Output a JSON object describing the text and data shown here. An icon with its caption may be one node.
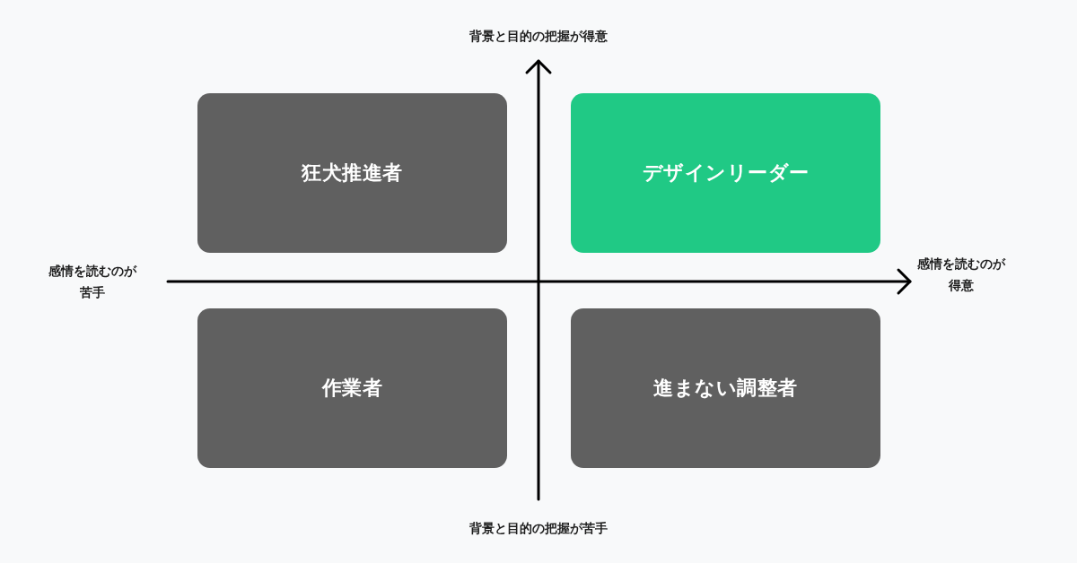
{
  "diagram": {
    "nodes": [
      {
        "text": [
          "狂犬推進者"
        ]
      },
      {
        "text": [
          "デザインリーダー"
        ]
      },
      {
        "text": [
          "作業者"
        ]
      },
      {
        "text": [
          "進まない調整者"
        ]
      }
    ],
    "edges": [],
    "labels": [
      "背景と目的の把握が得意",
      "感情を読むのが苦手",
      "感情を読むのが得意",
      "背景と目的の把握が苦手"
    ]
  }
}
